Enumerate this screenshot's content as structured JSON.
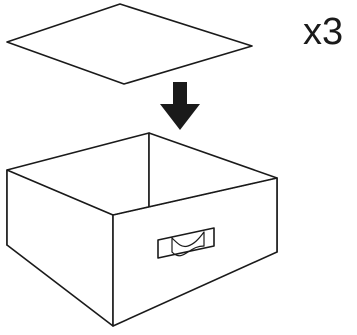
{
  "diagram": {
    "quantity_label": "x3",
    "parts": {
      "panel": "flat-panel",
      "arrow": "down-arrow",
      "box": "open-box-with-handle"
    },
    "colors": {
      "line": "#1a1a1a",
      "fill": "#ffffff",
      "arrow": "#1a1a1a"
    }
  }
}
